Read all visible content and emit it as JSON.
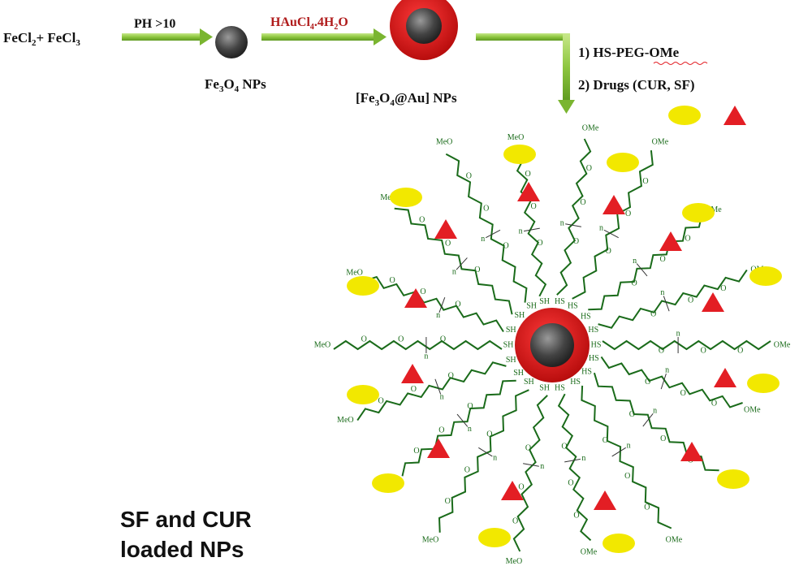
{
  "reagents": {
    "start": [
      "FeCl",
      "2",
      "+ FeCl",
      "3"
    ],
    "ph": "PH >10",
    "gold_salt": [
      "HAuCl",
      "4",
      ".4H",
      "2",
      "O"
    ],
    "fe3o4": [
      "Fe",
      "3",
      "O",
      "4",
      " NPs"
    ],
    "core_shell": [
      "[Fe",
      "3",
      "O",
      "4",
      "@Au] NPs"
    ],
    "step1": "1) HS-PEG-OMe",
    "step2": "2) Drugs (CUR, SF)"
  },
  "chem_labels": {
    "meo": "MeO",
    "ome": "OMe",
    "o": "O",
    "sh": "SH",
    "hs": "HS",
    "n": "n"
  },
  "caption": {
    "line1": "SF and CUR",
    "line2": "loaded NPs"
  },
  "colors": {
    "arrow": "#8dc63f",
    "gold_shell": "#e01b1b",
    "core": "#555555",
    "peg_chain": "#1a6b1a",
    "drug_cur": "#f2e800",
    "drug_sf": "#e31e24"
  }
}
